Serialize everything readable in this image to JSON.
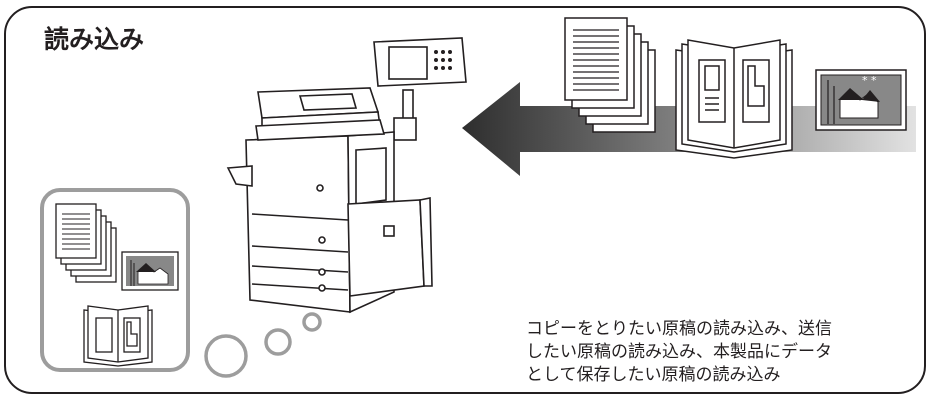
{
  "title": "読み込み",
  "caption": {
    "line1": "コピーをとりたい原稿の読み込み、送信",
    "line2": "したい原稿の読み込み、本製品にデータ",
    "line3": "として保存したい原稿の読み込み"
  },
  "icons": [
    "multifunction-printer-icon",
    "stacked-documents-icon",
    "open-book-icon",
    "house-photo-icon",
    "direction-arrow-icon",
    "thought-bubble-icon"
  ],
  "colors": {
    "outline": "#231f20",
    "arrow_dark": "#3a3a3a",
    "arrow_light": "#d8d8d8",
    "bubble_border": "#9d9d9d",
    "photo_bg": "#8a8a8a"
  }
}
